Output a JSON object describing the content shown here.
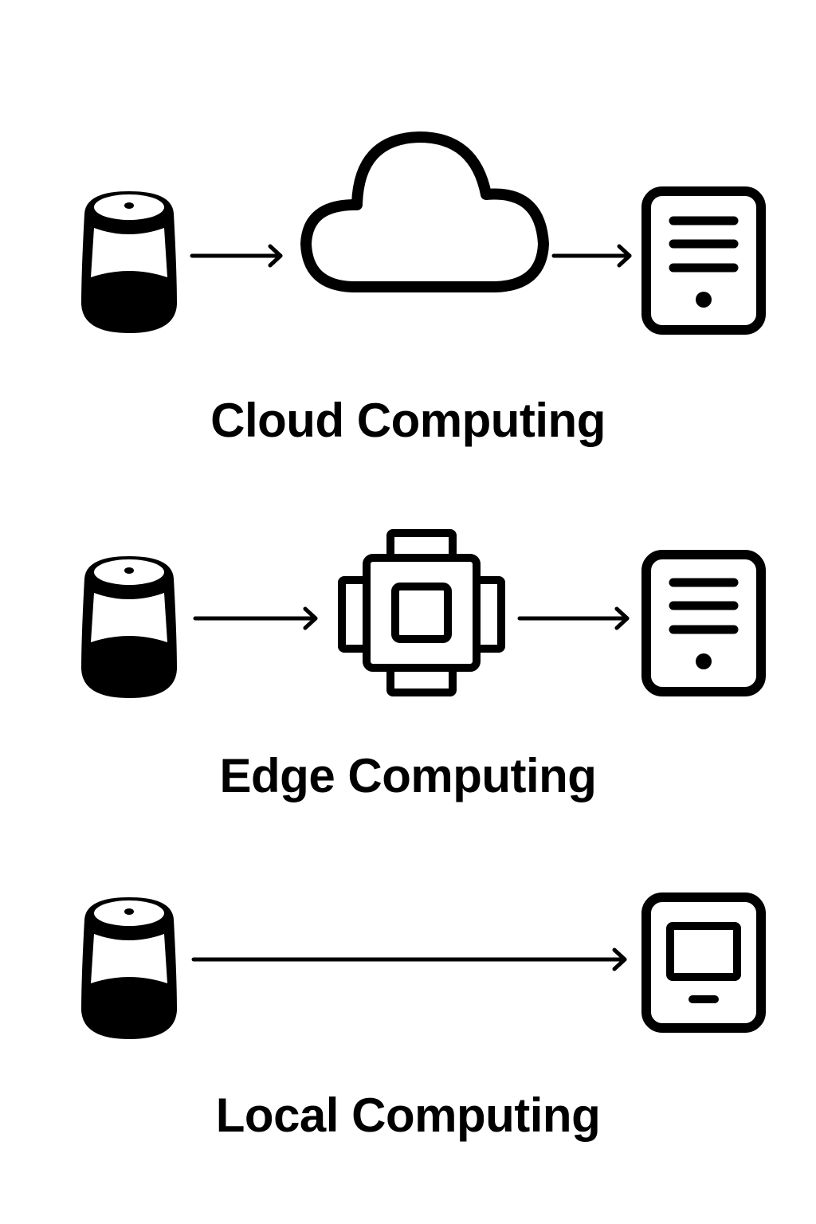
{
  "diagram": {
    "title": "Computing paradigms for smart speakers",
    "colors": {
      "stroke": "#000000",
      "background": "#ffffff"
    },
    "rows": [
      {
        "label": "Cloud Computing",
        "source": "smart-speaker",
        "intermediary": "cloud",
        "target": "server-device",
        "flow": [
          "smart-speaker",
          "cloud",
          "server-device"
        ]
      },
      {
        "label": "Edge Computing",
        "source": "smart-speaker",
        "intermediary": "edge-chip",
        "target": "server-device",
        "flow": [
          "smart-speaker",
          "edge-chip",
          "server-device"
        ]
      },
      {
        "label": "Local Computing",
        "source": "smart-speaker",
        "intermediary": null,
        "target": "local-tablet-device",
        "flow": [
          "smart-speaker",
          "local-tablet-device"
        ]
      }
    ]
  }
}
